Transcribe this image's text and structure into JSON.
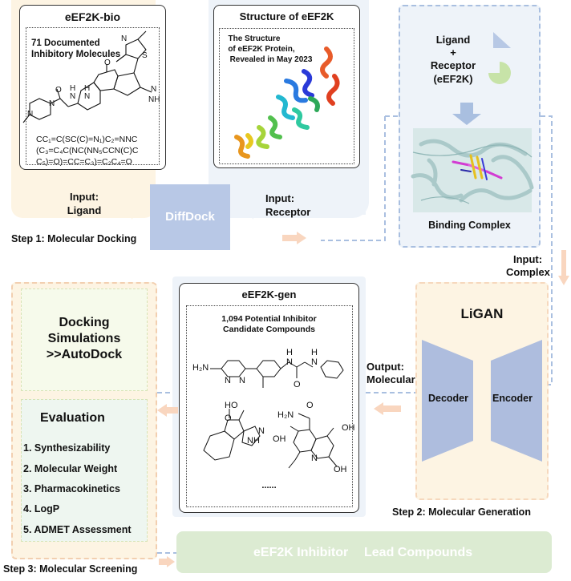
{
  "colors": {
    "cream": "#fdf4e3",
    "blue_panel": "#eef3f9",
    "diffdock_box": "#b8c8e6",
    "decoder_shape": "#aebdde",
    "lead_bar": "#dcebd2",
    "arrow_peach": "#f9d6bf",
    "dashed_blue": "#a9bfe0",
    "ligand_triangle": "#b7c8e5",
    "receptor_pie": "#c7e3a8"
  },
  "bio": {
    "title": "eEF2K-bio",
    "subtitle_line1": "71 Documented",
    "subtitle_line2": "Inhibitory Molecules",
    "smiles_line1": "CC₁=C(SC(C)=N₁)C₂=NNC",
    "smiles_line2": "(C₃=C₄C(NC(NN₅CCN(C)C",
    "smiles_line3": "C₅)=O)=CC=C₃)=C₂C₄=O"
  },
  "structure": {
    "title": "Structure of eEF2K",
    "caption_line1": "The Structure",
    "caption_line2": "of eEF2K Protein,",
    "caption_line3": "Revealed in May 2023"
  },
  "complex": {
    "ligand": "Ligand",
    "plus": "+",
    "receptor": "Receptor",
    "receptor_sub": "(eEF2K)",
    "binding": "Binding Complex"
  },
  "input_ligand_line1": "Input:",
  "input_ligand_line2": "Ligand",
  "diffdock": "DiffDock",
  "input_receptor_line1": "Input:",
  "input_receptor_line2": "Receptor",
  "step1": "Step 1: Molecular Docking",
  "input_complex_line1": "Input:",
  "input_complex_line2": "Complex",
  "ligan": {
    "title": "LiGAN",
    "decoder": "Decoder",
    "encoder": "Encoder"
  },
  "output_line1": "Output:",
  "output_line2": "Molecular",
  "step2": "Step 2: Molecular Generation",
  "gen": {
    "title": "eEF2K-gen",
    "subtitle_line1": "1,094 Potential Inhibitor",
    "subtitle_line2": "Candidate Compounds",
    "ellipsis": "......",
    "atoms": {
      "h2n_1": "H₂N",
      "n_a": "N",
      "n_b": "N",
      "h_1": "H",
      "h_2": "H",
      "n_c": "N",
      "n_d": "N",
      "o_1": "O",
      "ho": "HO",
      "n_e": "N",
      "o_2": "O",
      "nh": "NH",
      "h2n_2": "H₂N",
      "o_3": "O",
      "oh_1": "OH",
      "oh_2": "OH",
      "n_f": "N",
      "oh_3": "OH"
    }
  },
  "docking": {
    "line1": "Docking",
    "line2": "Simulations",
    "line3": ">>AutoDock"
  },
  "evaluation": {
    "title": "Evaluation",
    "items": [
      "1. Synthesizability",
      "2. Molecular Weight",
      "3. Pharmacokinetics",
      "4. LogP",
      "5. ADMET Assessment"
    ]
  },
  "lead": {
    "part1": "eEF2K Inhibitor",
    "part2": "Lead Compounds"
  },
  "step3": "Step 3: Molecular Screening",
  "bio_atoms": {
    "n1": "N",
    "s1": "S",
    "o1": "O",
    "h1": "H",
    "h2": "H",
    "n2": "N",
    "n3": "N",
    "o2": "O",
    "n4": "N",
    "n5": "N",
    "nh": "NH",
    "n6": "N",
    "n7": "N"
  }
}
